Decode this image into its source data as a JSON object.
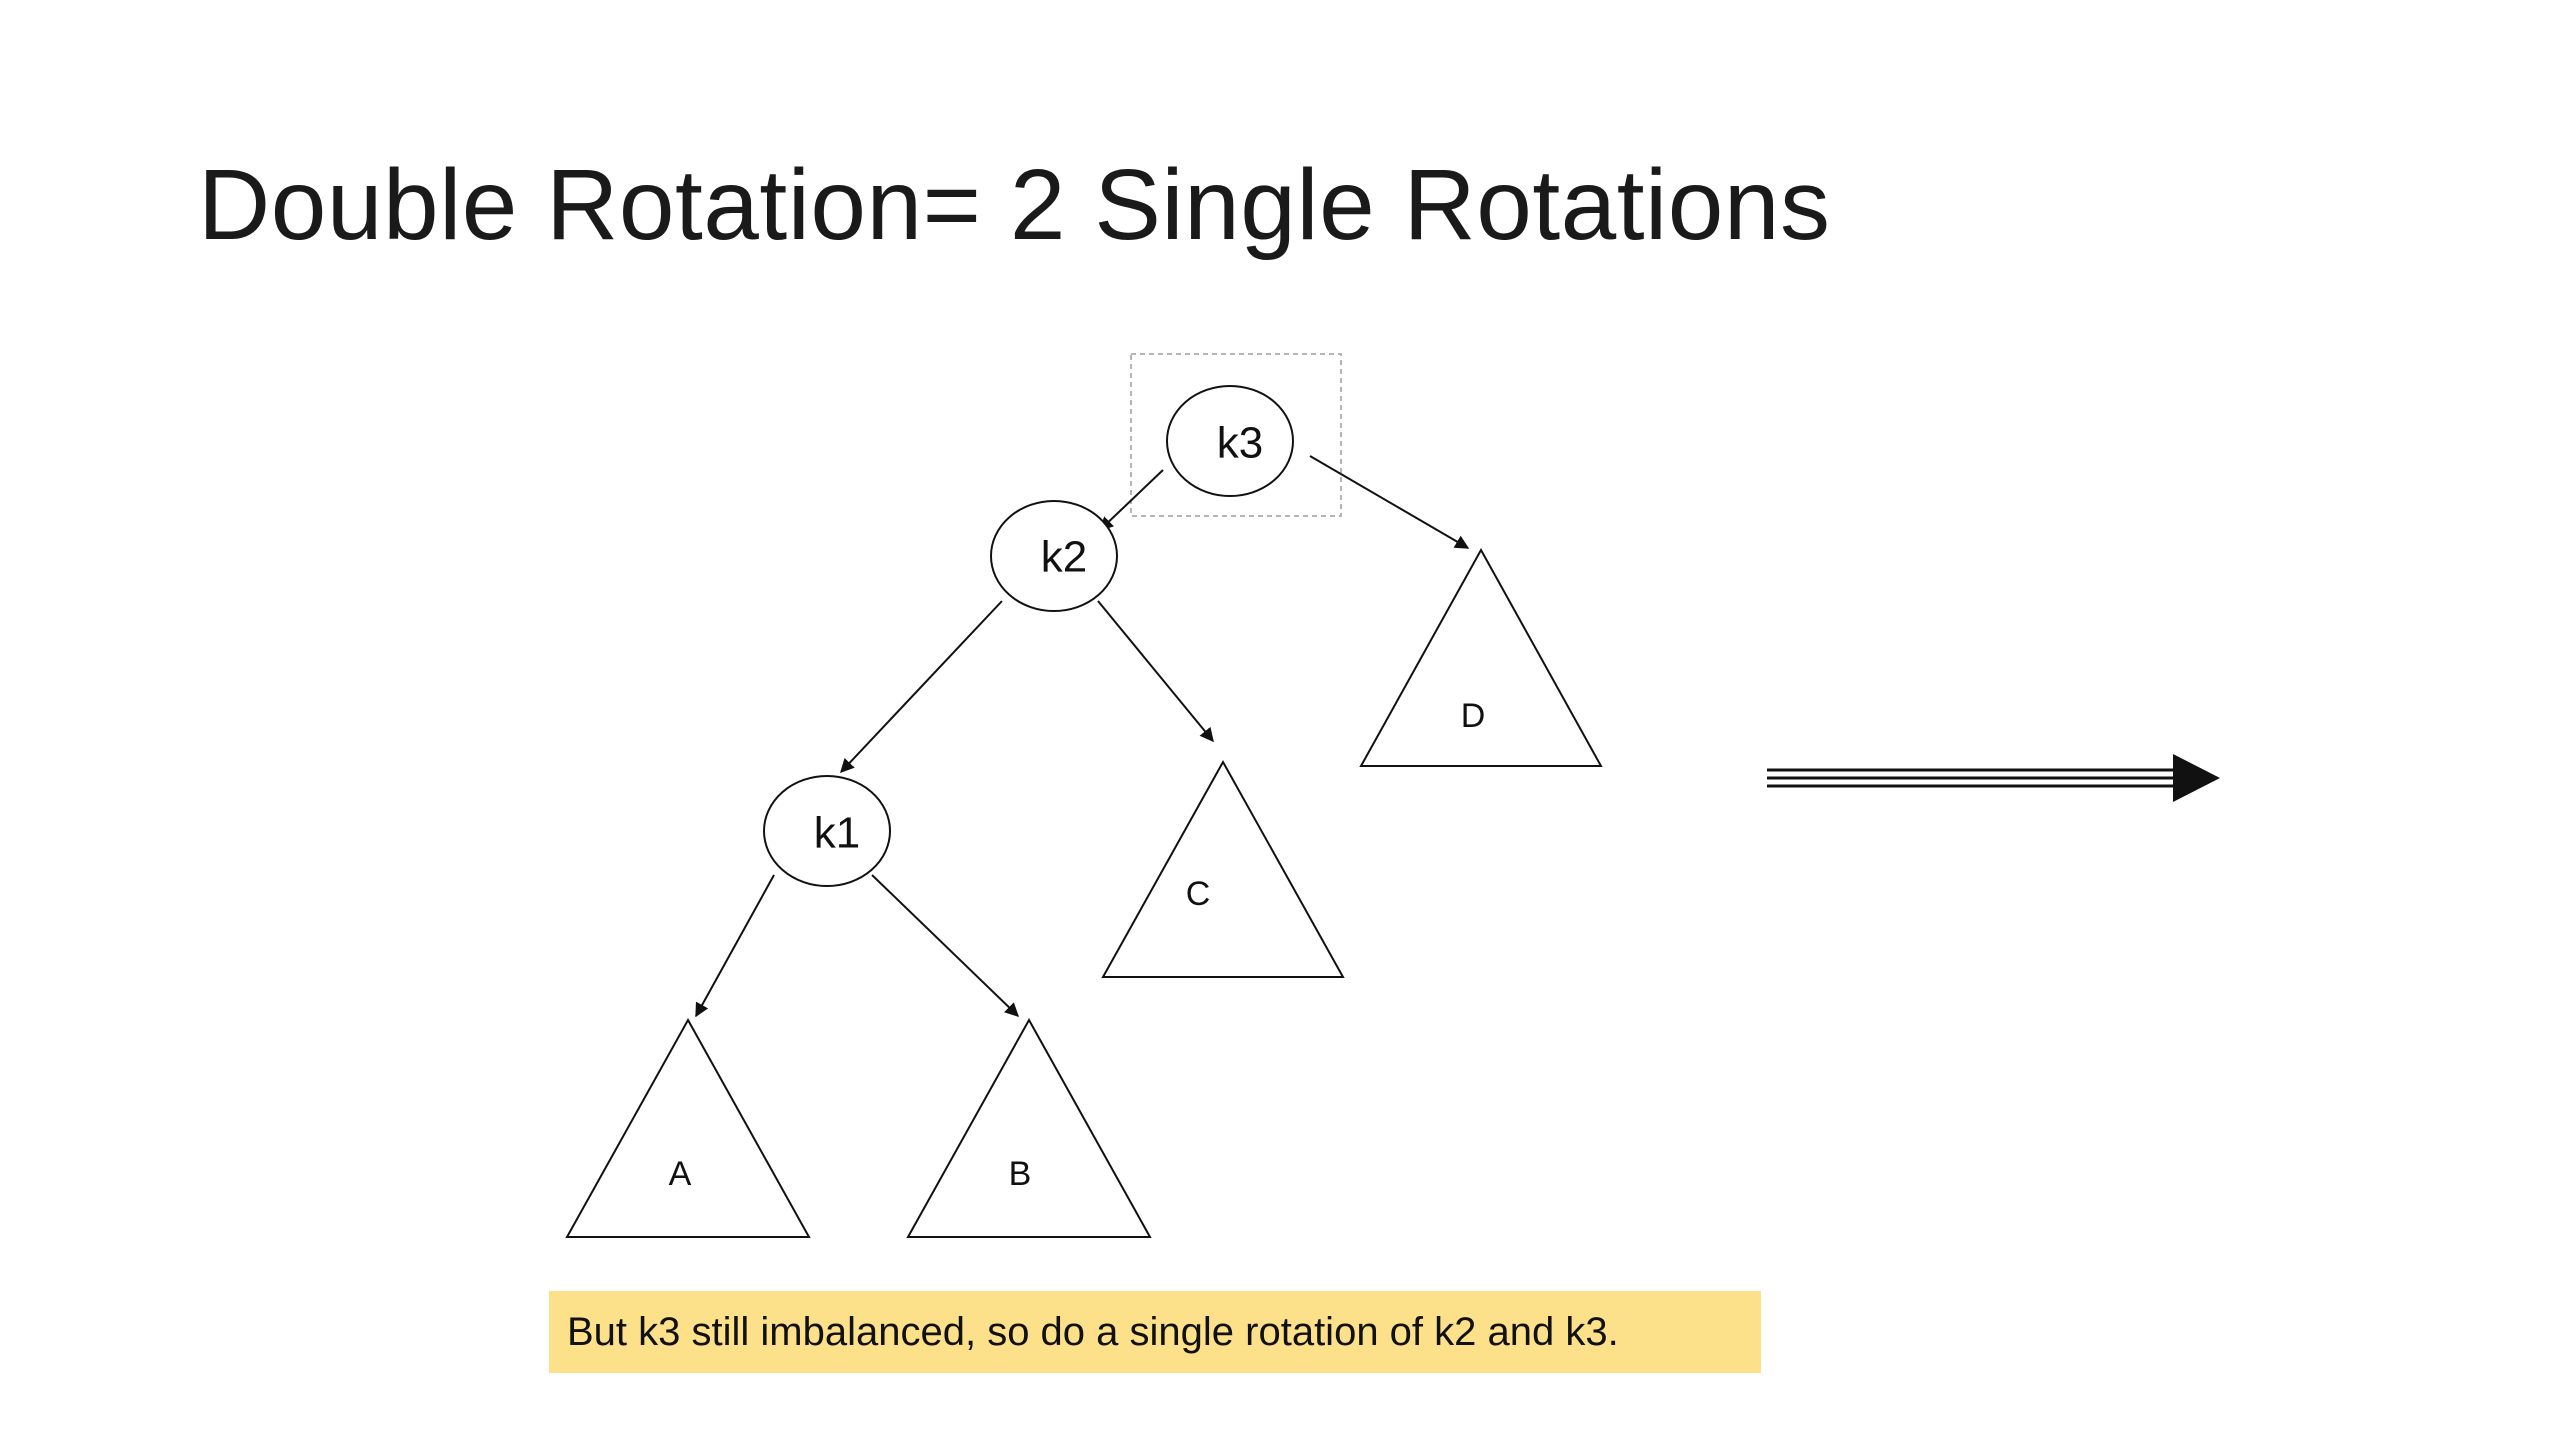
{
  "slide": {
    "title": "Double Rotation= 2 Single Rotations",
    "caption": "But k3 still imbalanced, so do a single rotation of k2 and k3."
  },
  "diagram": {
    "nodes": [
      {
        "id": "k3",
        "label": "k3"
      },
      {
        "id": "k2",
        "label": "k2"
      },
      {
        "id": "k1",
        "label": "k1"
      }
    ],
    "subtrees": [
      {
        "id": "A",
        "label": "A"
      },
      {
        "id": "B",
        "label": "B"
      },
      {
        "id": "C",
        "label": "C"
      },
      {
        "id": "D",
        "label": "D"
      }
    ],
    "edges": [
      {
        "from": "k3",
        "to": "k2"
      },
      {
        "from": "k3",
        "to": "D"
      },
      {
        "from": "k2",
        "to": "k1"
      },
      {
        "from": "k2",
        "to": "C"
      },
      {
        "from": "k1",
        "to": "A"
      },
      {
        "from": "k1",
        "to": "B"
      }
    ],
    "highlighted_node": "k3"
  },
  "colors": {
    "caption_background": "#fde08a",
    "stroke": "#111111",
    "selection_border": "#b5b5b5"
  }
}
